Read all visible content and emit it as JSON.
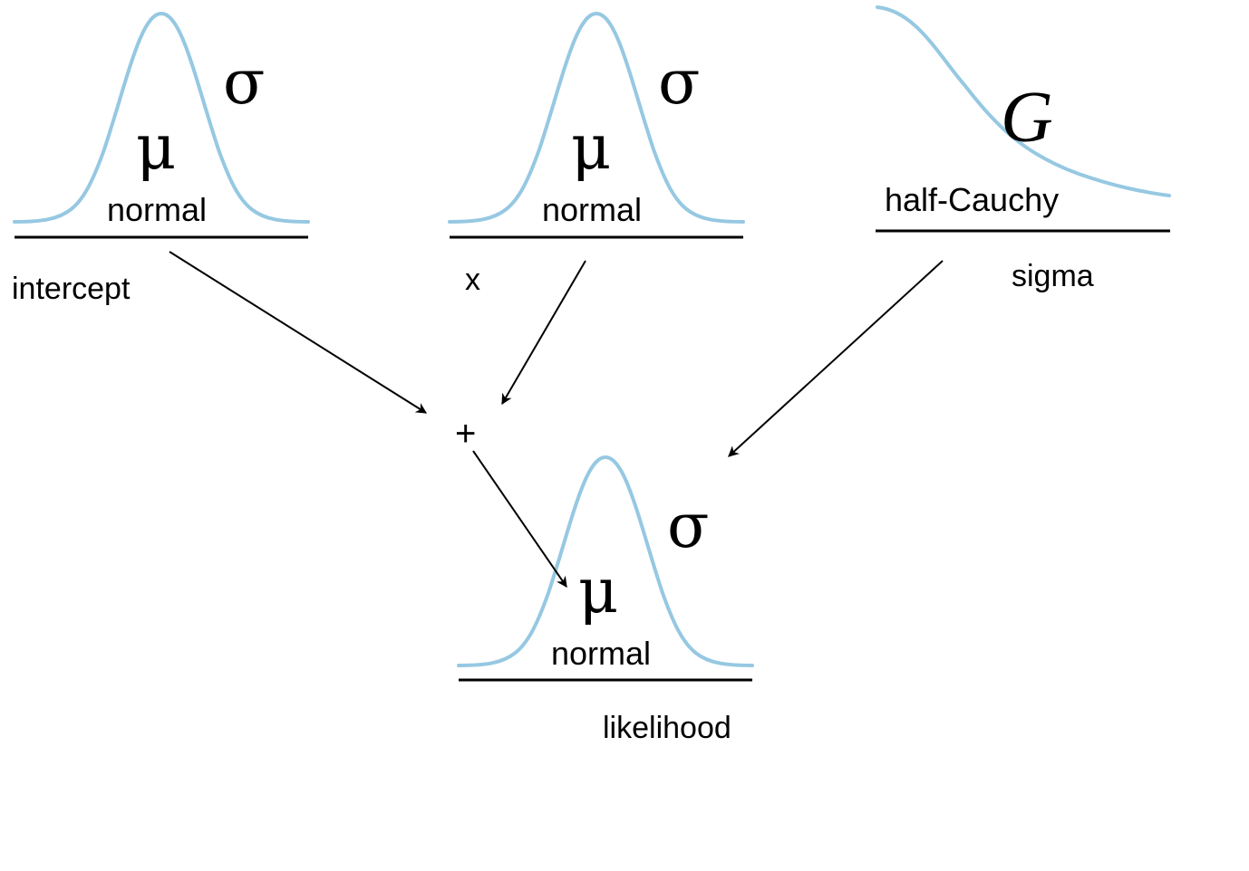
{
  "colors": {
    "curve": "#96c8e2",
    "ink": "#000000",
    "background": "#ffffff"
  },
  "nodes": {
    "intercept": {
      "distribution": "normal",
      "param_center": "μ",
      "param_spread": "σ",
      "label": "intercept"
    },
    "x": {
      "distribution": "normal",
      "param_center": "μ",
      "param_spread": "σ",
      "label": "x"
    },
    "sigma": {
      "distribution": "half-Cauchy",
      "param_scale": "G",
      "label": "sigma"
    },
    "likelihood": {
      "distribution": "normal",
      "param_center": "μ",
      "param_spread": "σ",
      "label": "likelihood"
    }
  },
  "operator": {
    "symbol": "+"
  },
  "edges": [
    {
      "from": "intercept",
      "to": "operator"
    },
    {
      "from": "x",
      "to": "operator"
    },
    {
      "from": "operator",
      "to": "likelihood.μ"
    },
    {
      "from": "sigma",
      "to": "likelihood.σ"
    }
  ]
}
